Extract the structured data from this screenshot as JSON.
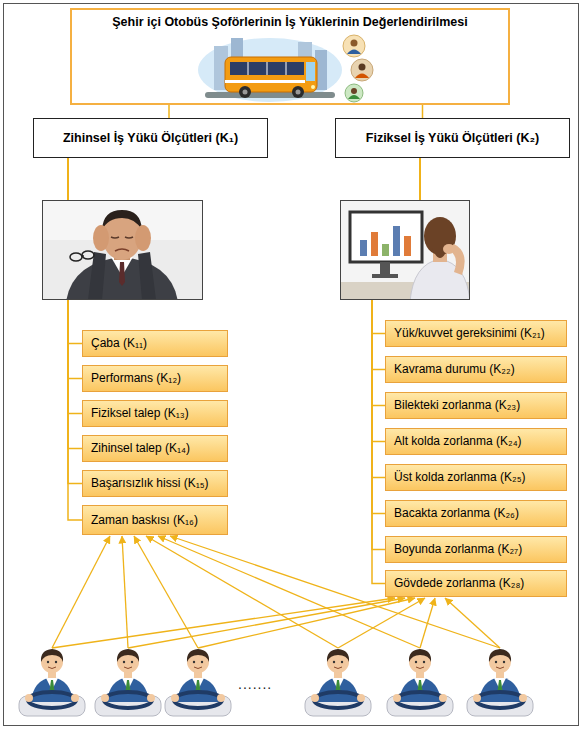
{
  "diagram": {
    "nodes": [
      {
        "text": [
          "Şehir içi Otobüs Şoförlerinin İş Yüklerinin Değerlendirilmesi"
        ]
      },
      {
        "text": [
          "Zihinsel İş Yükü Ölçütleri (K₁)"
        ]
      },
      {
        "text": [
          "Fiziksel İş Yükü Ölçütleri (K₂)"
        ]
      },
      {
        "text": [
          "Çaba (K₁₁)"
        ]
      },
      {
        "text": [
          "Performans (K₁₂)"
        ]
      },
      {
        "text": [
          "Fiziksel talep (K₁₃)"
        ]
      },
      {
        "text": [
          "Zihinsel talep (K₁₄)"
        ]
      },
      {
        "text": [
          "Başarısızlık hissi (K₁₅)"
        ]
      },
      {
        "text": [
          "Zaman baskısı (K₁₆)"
        ]
      },
      {
        "text": [
          "Yük/kuvvet gereksinimi (K₂₁)"
        ]
      },
      {
        "text": [
          "Kavrama durumu (K₂₂)"
        ]
      },
      {
        "text": [
          "Bilekteki zorlanma (K₂₃)"
        ]
      },
      {
        "text": [
          "Alt kolda zorlanma (K₂₄)"
        ]
      },
      {
        "text": [
          "Üst kolda zorlanma (K₂₅)"
        ]
      },
      {
        "text": [
          "Bacakta zorlanma (K₂₆)"
        ]
      },
      {
        "text": [
          "Boyunda zorlanma (K₂₇)"
        ]
      },
      {
        "text": [
          "Gövdede zorlanma (K₂₈)"
        ]
      }
    ],
    "edges": [
      {
        "from": 0,
        "to": 1,
        "arrow": "none"
      },
      {
        "from": 0,
        "to": 2,
        "arrow": "none"
      },
      {
        "from": 1,
        "to": 3,
        "arrow": "none"
      },
      {
        "from": 1,
        "to": 4,
        "arrow": "none"
      },
      {
        "from": 1,
        "to": 5,
        "arrow": "none"
      },
      {
        "from": 1,
        "to": 6,
        "arrow": "none"
      },
      {
        "from": 1,
        "to": 7,
        "arrow": "none"
      },
      {
        "from": 1,
        "to": 8,
        "arrow": "none"
      },
      {
        "from": 2,
        "to": 9,
        "arrow": "none"
      },
      {
        "from": 2,
        "to": 10,
        "arrow": "none"
      },
      {
        "from": 2,
        "to": 11,
        "arrow": "none"
      },
      {
        "from": 2,
        "to": 12,
        "arrow": "none"
      },
      {
        "from": 2,
        "to": 13,
        "arrow": "none"
      },
      {
        "from": 2,
        "to": 14,
        "arrow": "none"
      },
      {
        "from": 2,
        "to": 15,
        "arrow": "none"
      },
      {
        "from": 2,
        "to": 16,
        "arrow": "none"
      }
    ],
    "labels": [
      "......."
    ]
  }
}
